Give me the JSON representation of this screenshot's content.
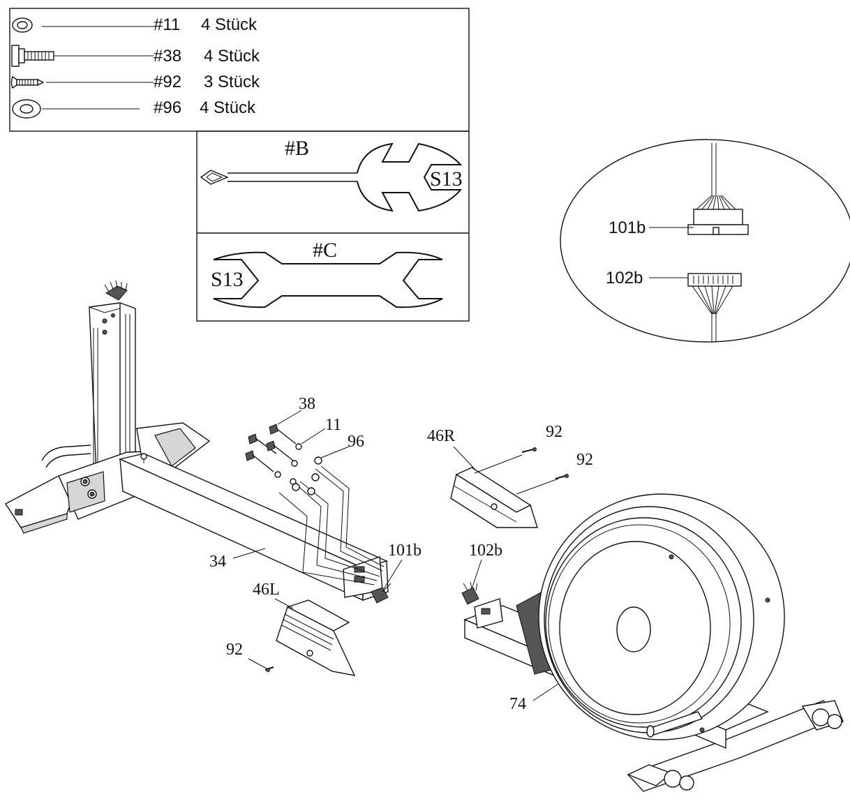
{
  "hardware_list": [
    {
      "part": "#11",
      "qty": "4 Stück",
      "icon": "washer-icon"
    },
    {
      "part": "#38",
      "qty": "4 Stück",
      "icon": "bolt-icon"
    },
    {
      "part": "#92",
      "qty": "3 Stück",
      "icon": "screw-icon"
    },
    {
      "part": "#96",
      "qty": "4 Stück",
      "icon": "large-washer-icon"
    }
  ],
  "tools": {
    "tool_b": {
      "label": "#B",
      "size": "S13"
    },
    "tool_c": {
      "label": "#C",
      "size": "S13"
    }
  },
  "connector_detail": {
    "upper": "101b",
    "lower": "102b"
  },
  "callouts": {
    "bolt": "38",
    "washer_small": "11",
    "washer_large": "96",
    "cover_right": "46R",
    "screw_right_1": "92",
    "screw_right_2": "92",
    "frame_main": "34",
    "connector_frame": "101b",
    "connector_body": "102b",
    "cover_left": "46L",
    "screw_left": "92",
    "body_frame": "74"
  }
}
